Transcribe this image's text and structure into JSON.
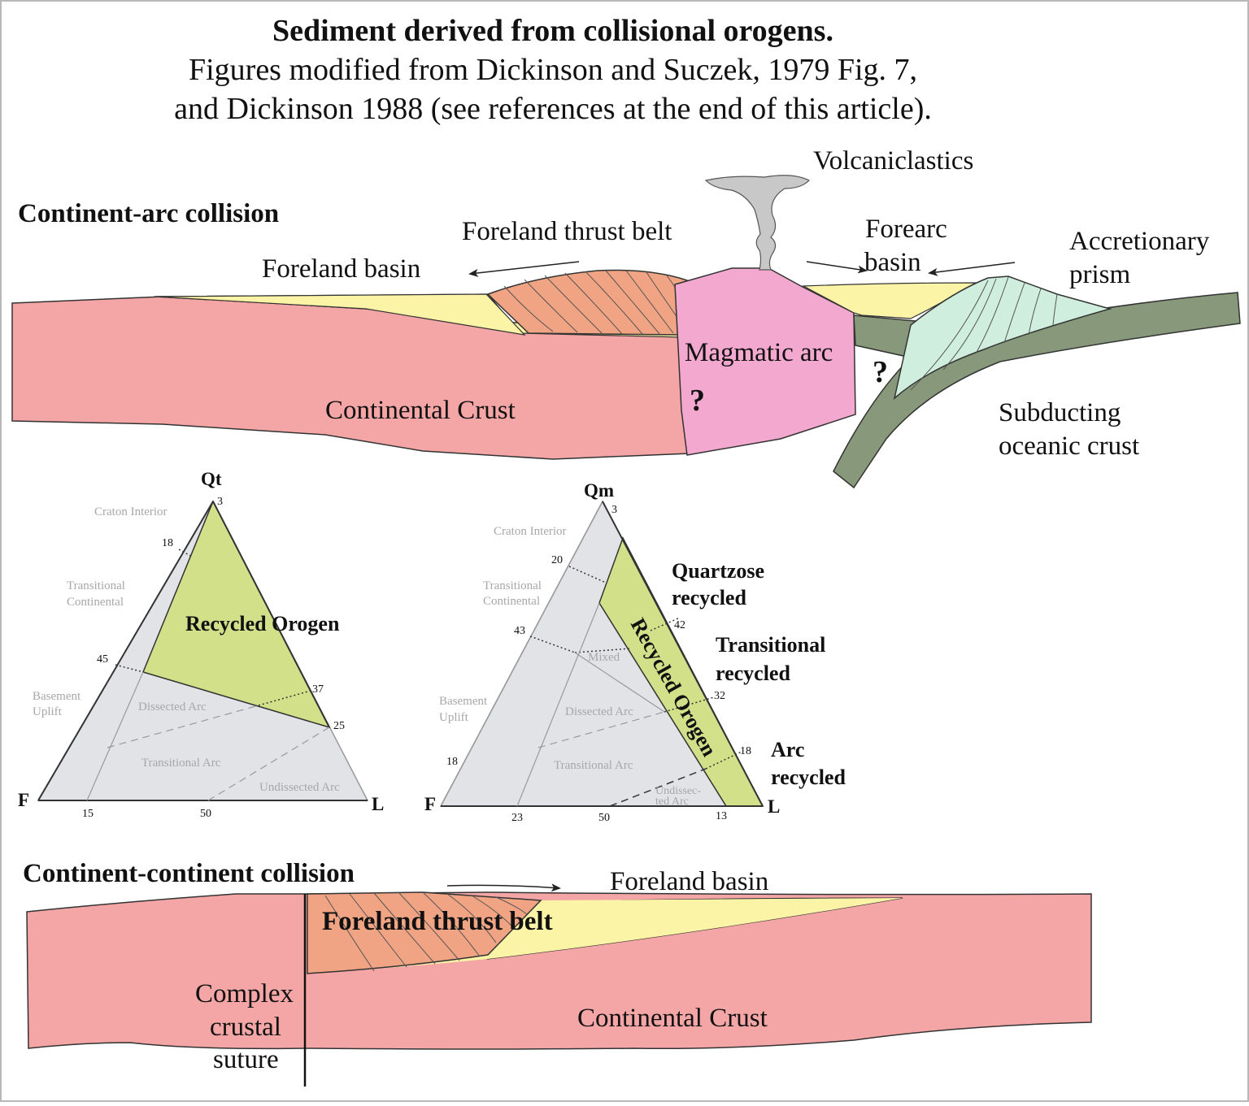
{
  "title": {
    "line1": "Sediment derived from collisional orogens.",
    "line2": "Figures modified from Dickinson and Suczek, 1979 Fig. 7,",
    "line3": "and Dickinson 1988 (see references at the end of this article)."
  },
  "colors": {
    "crust": "#f4a6a6",
    "basin": "#fbf4a6",
    "thrust": "#f0a484",
    "arc": "#f3a8d0",
    "oceanic": "#87997a",
    "prism": "#cfeedd",
    "recycled_field": "#d3e08a",
    "ternary_fill": "#e1e3e6",
    "plume": "#c8c8c8"
  },
  "top_section": {
    "heading": "Continent-arc collision",
    "volcaniclastics": "Volcaniclastics",
    "foreland_thrust_belt": "Foreland thrust belt",
    "foreland_basin": "Foreland basin",
    "forearc": "Forearc",
    "basin": "basin",
    "accretionary_1": "Accretionary",
    "accretionary_2": "prism",
    "magmatic_arc": "Magmatic arc",
    "continental_crust": "Continental Crust",
    "subducting_1": "Subducting",
    "subducting_2": "oceanic crust",
    "q1": "?",
    "q2": "?"
  },
  "ternary_qt": {
    "apex_top": "Qt",
    "apex_left": "F",
    "apex_right": "L",
    "craton_interior": "Craton Interior",
    "transitional_continental_1": "Transitional",
    "transitional_continental_2": "Continental",
    "basement_uplift_1": "Basement",
    "basement_uplift_2": "Uplift",
    "recycled_orogen": "Recycled Orogen",
    "dissected_arc": "Dissected Arc",
    "transitional_arc": "Transitional Arc",
    "undissected_arc": "Undissected Arc",
    "tick_3": "3",
    "tick_18": "18",
    "tick_45": "45",
    "tick_37": "37",
    "tick_25": "25",
    "tick_15": "15",
    "tick_50": "50"
  },
  "ternary_qm": {
    "apex_top": "Qm",
    "apex_left": "F",
    "apex_right": "L",
    "craton_interior": "Craton Interior",
    "transitional_continental_1": "Transitional",
    "transitional_continental_2": "Continental",
    "basement_uplift_1": "Basement",
    "basement_uplift_2": "Uplift",
    "mixed": "Mixed",
    "dissected_arc": "Dissected Arc",
    "transitional_arc": "Transitional Arc",
    "undissected_1": "Undissec-",
    "undissected_2": "ted Arc",
    "recycled_orogen": "Recycled Orogen",
    "quartzose_1": "Quartzose",
    "quartzose_2": "recycled",
    "transitional_1": "Transitional",
    "transitional_2": "recycled",
    "arc_1": "Arc",
    "arc_2": "recycled",
    "tick_3": "3",
    "tick_20": "20",
    "tick_43": "43",
    "tick_18_left": "18",
    "tick_42": "42",
    "tick_32": "32",
    "tick_18_right": "18",
    "tick_23": "23",
    "tick_50": "50",
    "tick_13": "13"
  },
  "bottom_section": {
    "heading": "Continent-continent collision",
    "foreland_basin": "Foreland basin",
    "foreland_thrust_belt": "Foreland thrust belt",
    "complex_1": "Complex",
    "complex_2": "crustal",
    "complex_3": "suture",
    "continental_crust": "Continental Crust"
  }
}
